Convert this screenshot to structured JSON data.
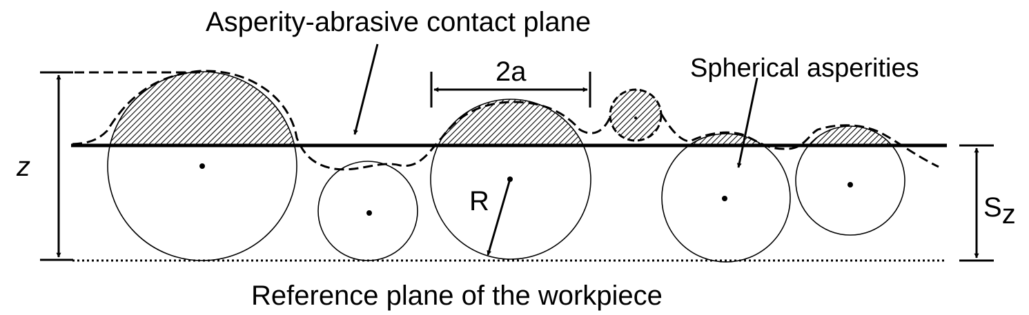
{
  "labels": {
    "contact_plane": "Asperity-abrasive contact plane",
    "spherical_asperities": "Spherical asperities",
    "reference_plane": "Reference plane of the workpiece",
    "contact_width": "2a",
    "radius": "R",
    "height": "z",
    "separation_base": "S",
    "separation_sub": "z"
  }
}
